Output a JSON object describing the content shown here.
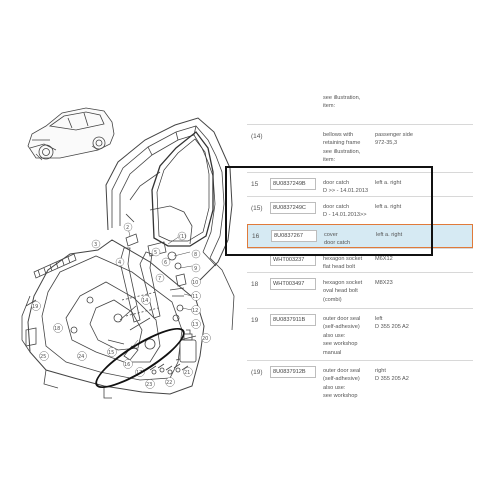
{
  "table": {
    "rows": [
      {
        "pos": "",
        "part_no": "",
        "description": "see illustration,\nitem:",
        "remark": ""
      },
      {
        "pos": "(14)",
        "part_no": "",
        "description": "bellows with\nretaining frame\nsee illustration,\nitem:",
        "remark": "passenger side\n972-35,3"
      },
      {
        "pos": "15",
        "part_no": "8U0837249B",
        "description": "door catch\nD >> - 14.01.2013",
        "remark": "left a. right"
      },
      {
        "pos": "(15)",
        "part_no": "8U0837249C",
        "description": "door catch\nD - 14.01.2013>>",
        "remark": "left a. right"
      },
      {
        "pos": "16",
        "part_no": "8U0837267",
        "description": "cover\ndoor catch",
        "remark": "left a. right"
      },
      {
        "pos": "",
        "part_no": "WHT003237",
        "description": "hexagon socket\nflat head bolt",
        "remark": "M6X12"
      },
      {
        "pos": "18",
        "part_no": "WHT003497",
        "description": "hexagon socket\noval head bolt\n(combi)",
        "remark": "M8X23"
      },
      {
        "pos": "19",
        "part_no": "8U0837911B",
        "description": "outer door seal\n(self-adhesive)\nalso use:\nsee workshop\nmanual",
        "remark": "left\nD 355 205 A2"
      },
      {
        "pos": "(19)",
        "part_no": "8U0837912B",
        "description": "outer door seal\n(self-adhesive)\nalso use:\nsee workshop",
        "remark": "right\nD 355 205 A2"
      }
    ]
  },
  "diagram": {
    "callouts": [
      "(1)",
      "2",
      "3",
      "4",
      "5",
      "6",
      "7",
      "8",
      "9",
      "10",
      "11",
      "12",
      "13",
      "14",
      "15",
      "16",
      "17",
      "18",
      "19",
      "20",
      "21",
      "22",
      "23",
      "24",
      "25"
    ]
  },
  "colors": {
    "highlight_fill": "#d6eaf3",
    "highlight_border": "#e07a3a",
    "frame": "#111111"
  }
}
